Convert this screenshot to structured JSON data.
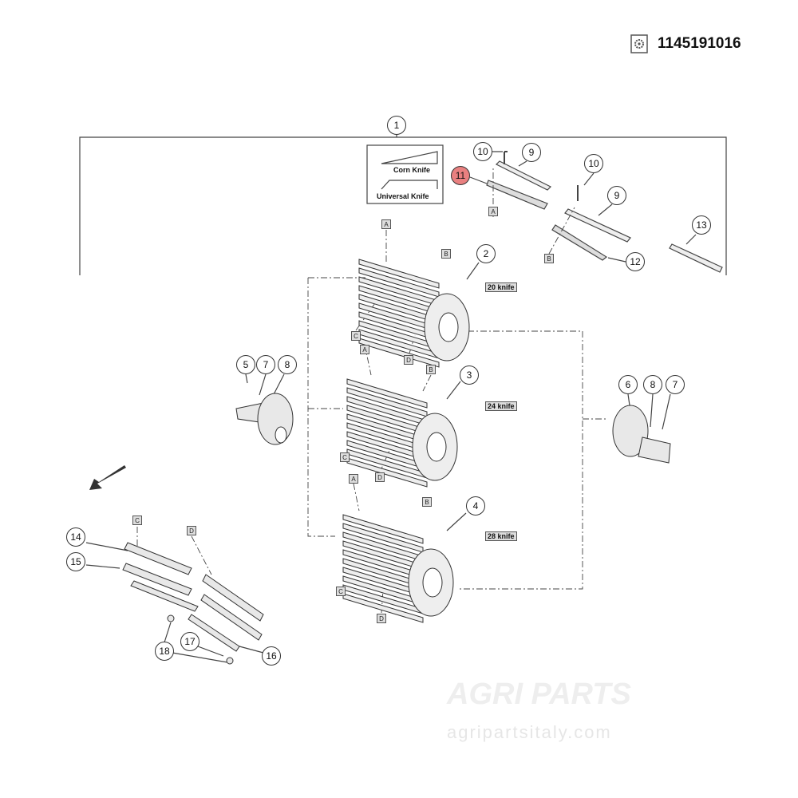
{
  "part_number": "1145191016",
  "icons": {
    "part": "gear-document-icon",
    "direction": "arrow-down-left-icon"
  },
  "watermark": {
    "logo": "AGRI PARTS",
    "url": "agripartsitaly.com"
  },
  "legend_box": {
    "corn": "Corn Knife",
    "universal": "Universal Knife"
  },
  "highlight_color": "#e98080",
  "callouts": [
    {
      "n": "1"
    },
    {
      "n": "10"
    },
    {
      "n": "9"
    },
    {
      "n": "11",
      "highlight": true
    },
    {
      "n": "10"
    },
    {
      "n": "9"
    },
    {
      "n": "13"
    },
    {
      "n": "12"
    },
    {
      "n": "2"
    },
    {
      "n": "3"
    },
    {
      "n": "4"
    },
    {
      "n": "5"
    },
    {
      "n": "7"
    },
    {
      "n": "8"
    },
    {
      "n": "6"
    },
    {
      "n": "8"
    },
    {
      "n": "7"
    },
    {
      "n": "14"
    },
    {
      "n": "15"
    },
    {
      "n": "18"
    },
    {
      "n": "17"
    },
    {
      "n": "16"
    }
  ],
  "refs": [
    "A",
    "A",
    "B",
    "B",
    "C",
    "A",
    "D",
    "B",
    "C",
    "D",
    "A",
    "B",
    "C",
    "D",
    "C",
    "D"
  ],
  "knife_labels": [
    "20 knife",
    "24 knife",
    "28 knife"
  ]
}
